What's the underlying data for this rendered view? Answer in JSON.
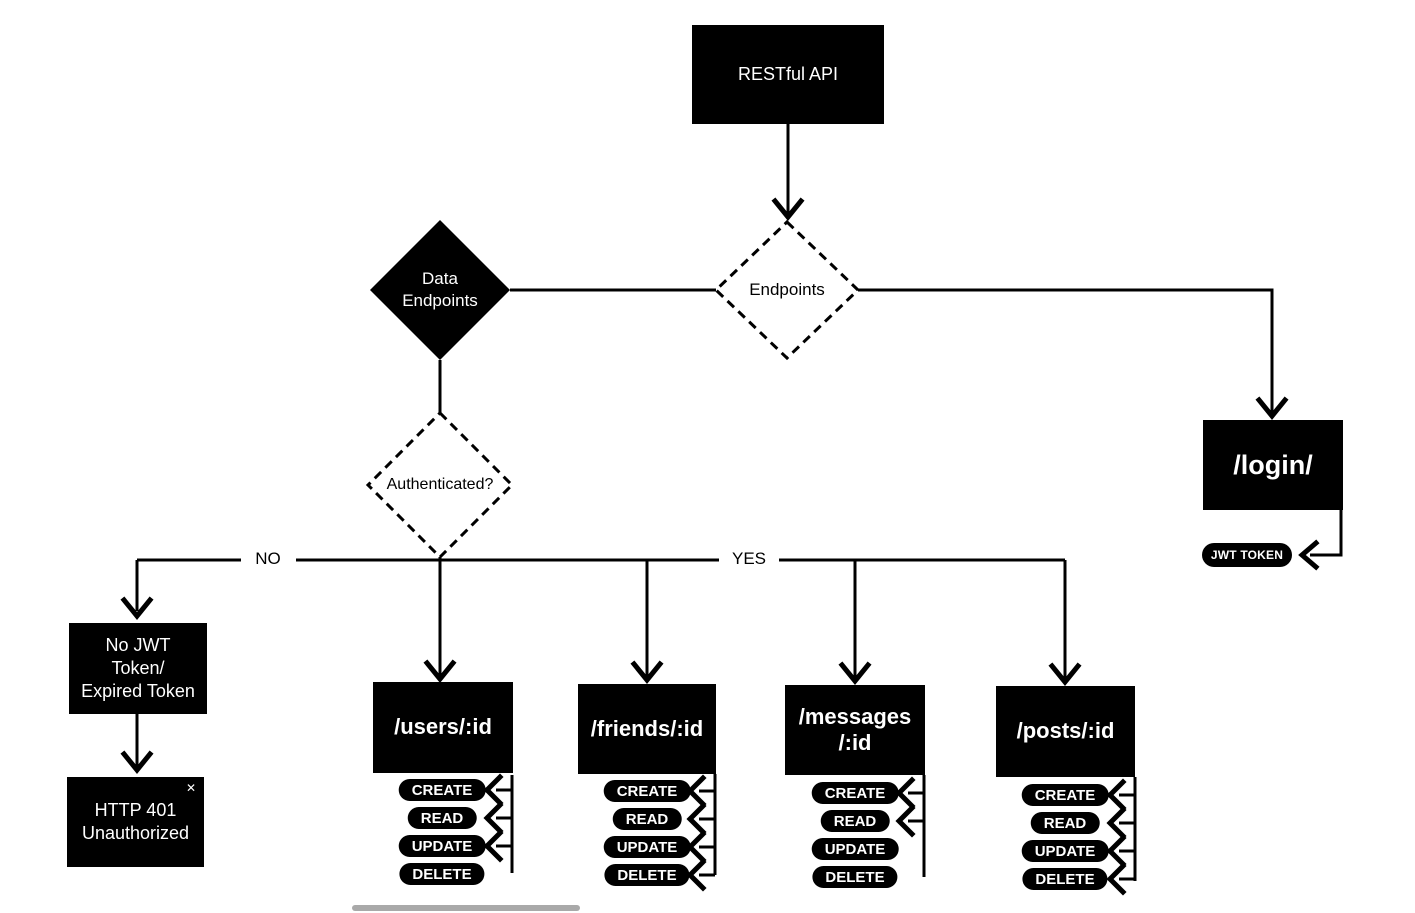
{
  "canvas": {
    "background_color": "#ffffff",
    "node_fill_color": "#000000",
    "node_text_color": "#ffffff",
    "line_color": "#000000",
    "scrollbar_color": "#a9a9a9"
  },
  "nodes": {
    "restful_api": "RESTful API",
    "endpoints_decision": "Endpoints",
    "data_endpoints_decision": "Data\nEndpoints",
    "authenticated_decision": "Authenticated?",
    "branch_no": "NO",
    "branch_yes": "YES",
    "no_jwt_token": "No JWT\nToken/\nExpired Token",
    "http_401": "HTTP 401\nUnauthorized",
    "close_icon_glyph": "✕",
    "login": "/login/",
    "jwt_token": "JWT TOKEN"
  },
  "endpoint_columns": [
    {
      "route": "/users/:id",
      "methods": [
        "CREATE",
        "READ",
        "UPDATE",
        "DELETE"
      ],
      "arrowed_methods": [
        "CREATE",
        "READ",
        "UPDATE"
      ]
    },
    {
      "route": "/friends/:id",
      "methods": [
        "CREATE",
        "READ",
        "UPDATE",
        "DELETE"
      ],
      "arrowed_methods": [
        "CREATE",
        "READ",
        "UPDATE",
        "DELETE"
      ]
    },
    {
      "route": "/messages\n/:id",
      "methods": [
        "CREATE",
        "READ",
        "UPDATE",
        "DELETE"
      ],
      "arrowed_methods": [
        "CREATE",
        "READ"
      ]
    },
    {
      "route": "/posts/:id",
      "methods": [
        "CREATE",
        "READ",
        "UPDATE",
        "DELETE"
      ],
      "arrowed_methods": [
        "CREATE",
        "READ",
        "UPDATE",
        "DELETE"
      ]
    }
  ]
}
